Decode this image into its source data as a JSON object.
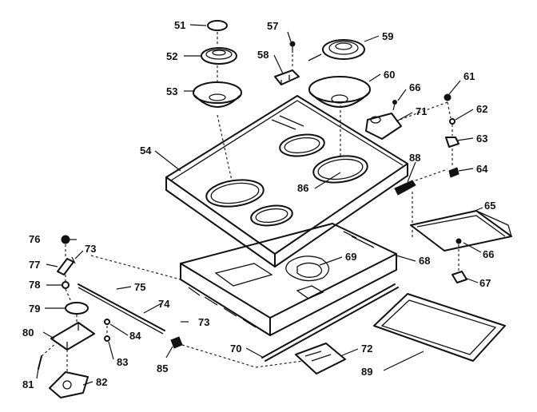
{
  "callouts": {
    "c51": "51",
    "c52": "52",
    "c53": "53",
    "c54": "54",
    "c57": "57",
    "c58": "58",
    "c59": "59",
    "c60": "60",
    "c61": "61",
    "c62": "62",
    "c63": "63",
    "c64": "64",
    "c65": "65",
    "c66a": "66",
    "c66b": "66",
    "c67": "67",
    "c68": "68",
    "c69": "69",
    "c70": "70",
    "c71": "71",
    "c72": "72",
    "c73a": "73",
    "c73b": "73",
    "c74": "74",
    "c75": "75",
    "c76": "76",
    "c77": "77",
    "c78": "78",
    "c79": "79",
    "c80": "80",
    "c81": "81",
    "c82": "82",
    "c83": "83",
    "c84": "84",
    "c85": "85",
    "c86": "86",
    "c88": "88",
    "c89": "89"
  }
}
